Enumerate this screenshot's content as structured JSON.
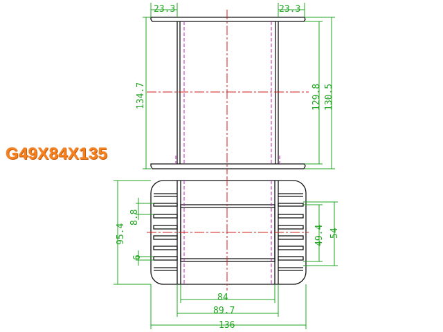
{
  "title": "G49X84X135",
  "colors": {
    "title": "#f5821f",
    "dimension": "#1fa51f",
    "outline": "#111111",
    "centerline": "#d11a1a",
    "hidden_line": "#c01fc0"
  },
  "dimensions": {
    "flange_left": "23.3",
    "flange_right": "23.3",
    "overall_height": "134.7",
    "inner_height_1": "129.8",
    "inner_height_2": "130.5",
    "base_height": "95.4",
    "slot_pitch": "8.8",
    "slot_width": "6",
    "window_height": "49.4",
    "window_outer": "54",
    "inner_width": "84",
    "mid_width": "89.7",
    "overall_width": "136"
  }
}
